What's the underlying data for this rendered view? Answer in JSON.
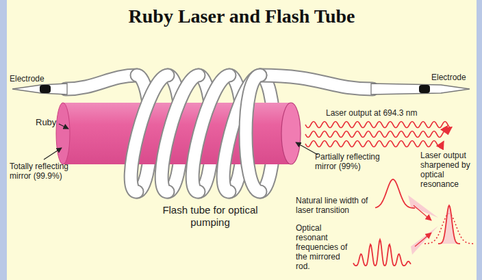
{
  "diagram": {
    "title": "Ruby Laser and Flash Tube",
    "labels": [
      "Electrode",
      "Electrode",
      "Ruby",
      "Totally reflecting mirror (99.9%)",
      "Flash tube for optical pumping",
      "Laser output at 694.3 nm",
      "Partially reflecting mirror (99%)",
      "Laser output sharpened by optical resonance",
      "Natural line width of laser transition",
      "Optical resonant frequencies of the mirrored rod."
    ]
  }
}
